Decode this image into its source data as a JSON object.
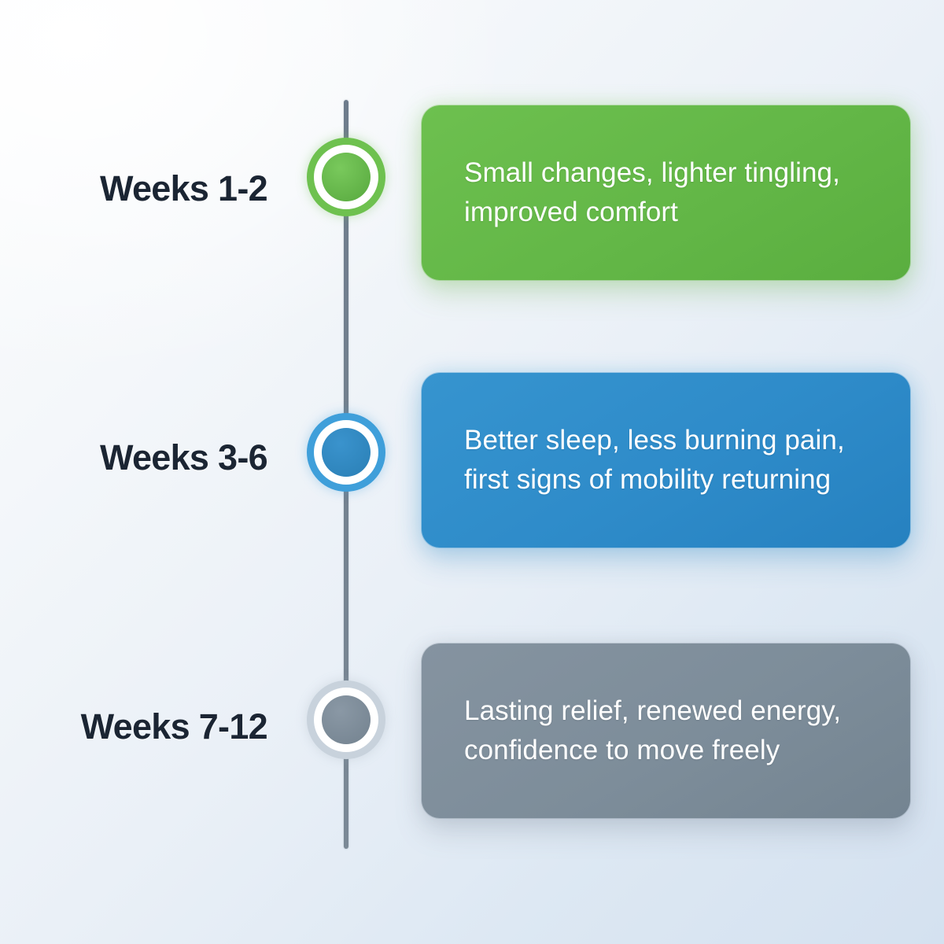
{
  "diagram": {
    "type": "vertical-timeline",
    "spine_color": "#73818f",
    "background": {
      "from": "#fbfcfd",
      "to": "#d4e1f0"
    },
    "steps": [
      {
        "period": "Weeks 1-2",
        "text": "Small changes, lighter tingling, improved comfort",
        "color": "#63b747",
        "marker_ring_color": "#6ec14f",
        "marker_fill_color": "#57a83e",
        "marker_icon": "filled-circle-node-icon"
      },
      {
        "period": "Weeks 3-6",
        "text": "Better sleep, less burning pain, first signs of mobility returning",
        "color": "#2e8bc9",
        "marker_ring_color": "#3f9fda",
        "marker_fill_color": "#2a7fb5",
        "marker_icon": "filled-circle-node-icon"
      },
      {
        "period": "Weeks 7-12",
        "text": "Lasting relief, renewed energy, confidence to move freely",
        "color": "#7d8d9a",
        "marker_ring_color": "#c8d2dc",
        "marker_fill_color": "#73828f",
        "marker_icon": "filled-circle-node-icon"
      }
    ]
  }
}
